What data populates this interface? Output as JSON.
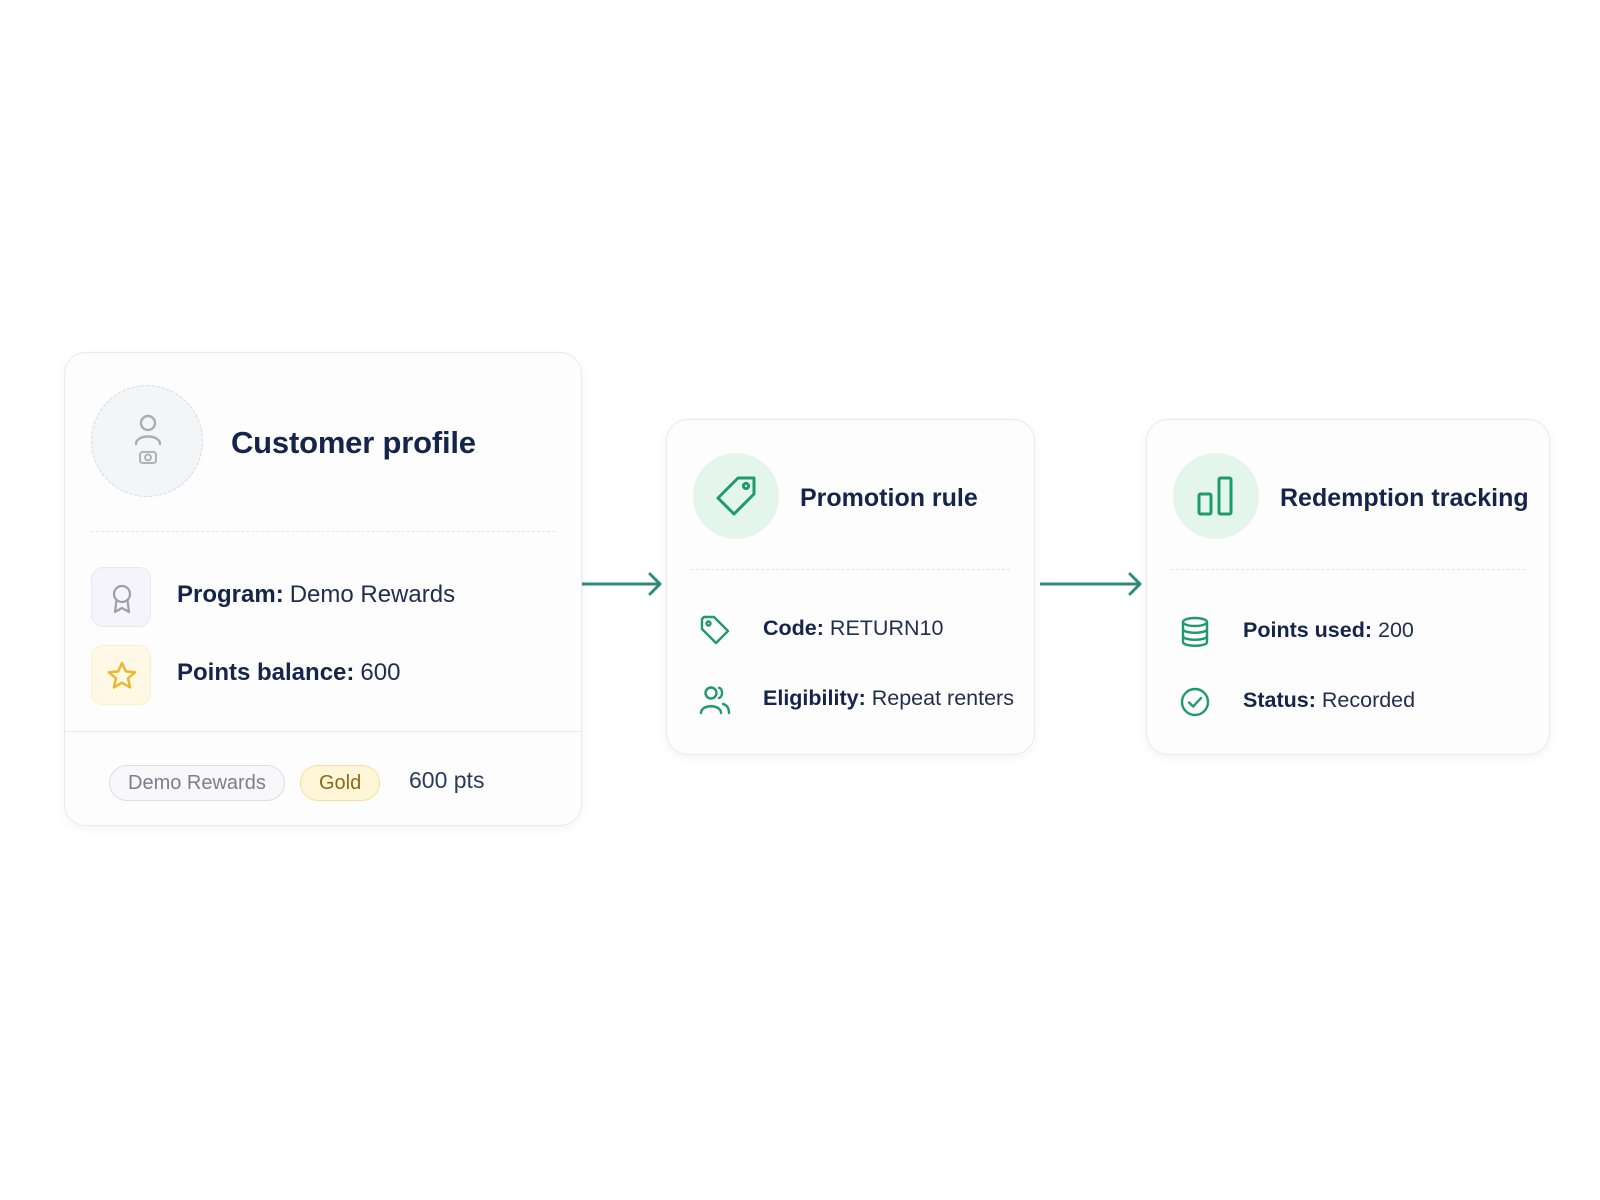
{
  "profile": {
    "title": "Customer profile",
    "avatar_icon": "user-camera-icon",
    "rows": [
      {
        "icon": "award-ribbon-icon",
        "label": "Program:",
        "value": "Demo Rewards"
      },
      {
        "icon": "star-icon",
        "label": "Points balance:",
        "value": "600"
      }
    ],
    "footer": {
      "program_pill": "Demo Rewards",
      "tier_pill": "Gold",
      "points": "600 pts"
    }
  },
  "promotion": {
    "title": "Promotion rule",
    "header_icon": "tag-icon",
    "rows": [
      {
        "icon": "tag-icon",
        "label": "Code:",
        "value": "RETURN10"
      },
      {
        "icon": "users-icon",
        "label": "Eligibility:",
        "value": "Repeat renters"
      }
    ]
  },
  "redemption": {
    "title": "Redemption tracking",
    "header_icon": "bar-chart-icon",
    "rows": [
      {
        "icon": "database-icon",
        "label": "Points used:",
        "value": "200"
      },
      {
        "icon": "check-circle-icon",
        "label": "Status:",
        "value": "Recorded"
      }
    ]
  },
  "colors": {
    "accent_green": "#1f9a6a",
    "arrow_teal": "#2e8a7a",
    "title_navy": "#14244a",
    "gold": "#e8b72c"
  }
}
